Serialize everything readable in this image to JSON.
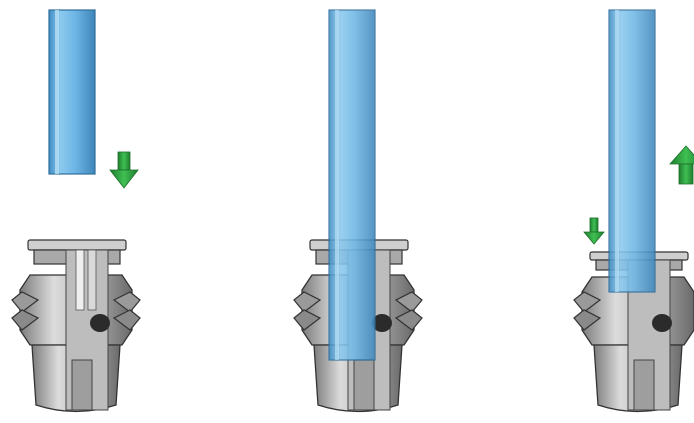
{
  "diagram": {
    "steps": [
      {
        "id": "insert",
        "arrows": [
          {
            "direction": "down",
            "icon": "arrow-down-icon"
          }
        ]
      },
      {
        "id": "inserted",
        "arrows": []
      },
      {
        "id": "release",
        "arrows": [
          {
            "direction": "down",
            "icon": "arrow-down-icon"
          },
          {
            "direction": "up",
            "icon": "arrow-up-icon"
          }
        ]
      }
    ],
    "colors": {
      "tube_fill": "#6fb7e6",
      "tube_highlight": "#a7d6f3",
      "tube_edge": "#2f6d99",
      "fitting_light": "#d7d7d7",
      "fitting_mid": "#a9a9a9",
      "fitting_dark": "#5e5e5e",
      "fitting_outline": "#333333",
      "seal_ring": "#2b2b2b",
      "arrow_fill": "#2e9d3f",
      "arrow_dark": "#1c6e2a"
    }
  }
}
